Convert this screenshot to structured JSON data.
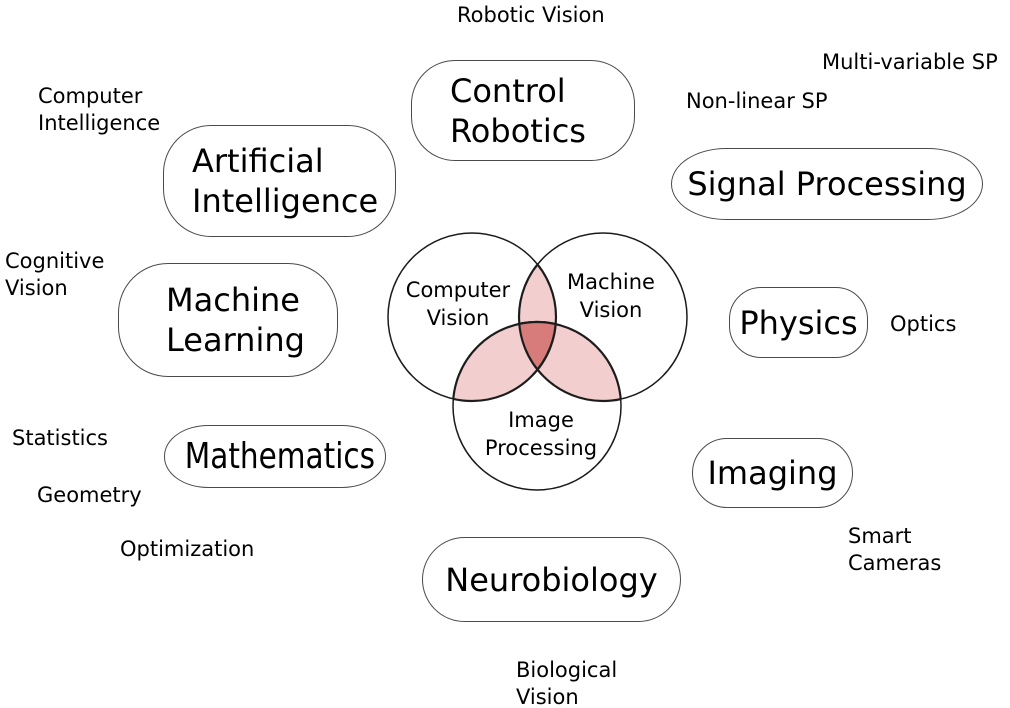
{
  "venn": {
    "circles": [
      {
        "label_lines": [
          "Computer",
          "Vision"
        ]
      },
      {
        "label_lines": [
          "Machine",
          "Vision"
        ]
      },
      {
        "label_lines": [
          "Image",
          "Processing"
        ]
      }
    ],
    "colors": {
      "intersection_fill": "#f2cece",
      "core_fill": "#d87b7b",
      "outline": "#1b1b1b"
    }
  },
  "boxes": {
    "control_robotics": {
      "lines": [
        "Control",
        "Robotics"
      ]
    },
    "artificial_intelligence": {
      "lines": [
        "Artificial",
        "Intelligence"
      ]
    },
    "signal_processing": {
      "lines": [
        "Signal Processing"
      ]
    },
    "machine_learning": {
      "lines": [
        "Machine",
        "Learning"
      ]
    },
    "physics": {
      "lines": [
        "Physics"
      ]
    },
    "mathematics": {
      "lines": [
        "Mathematics"
      ]
    },
    "imaging": {
      "lines": [
        "Imaging"
      ]
    },
    "neurobiology": {
      "lines": [
        "Neurobiology"
      ]
    }
  },
  "labels": {
    "robotic_vision": "Robotic Vision",
    "multi_variable_sp": "Multi-variable SP",
    "non_linear_sp": "Non-linear SP",
    "computer_intelligence": {
      "lines": [
        "Computer",
        "Intelligence"
      ]
    },
    "cognitive_vision": {
      "lines": [
        "Cognitive",
        "Vision"
      ]
    },
    "optics": "Optics",
    "statistics": "Statistics",
    "geometry": "Geometry",
    "optimization": "Optimization",
    "smart_cameras": {
      "lines": [
        "Smart",
        "Cameras"
      ]
    },
    "biological_vision": {
      "lines": [
        "Biological",
        "Vision"
      ]
    }
  },
  "colors": {
    "background": "#ffffff",
    "text": "#000000",
    "box_border": "#4a4a4a"
  }
}
